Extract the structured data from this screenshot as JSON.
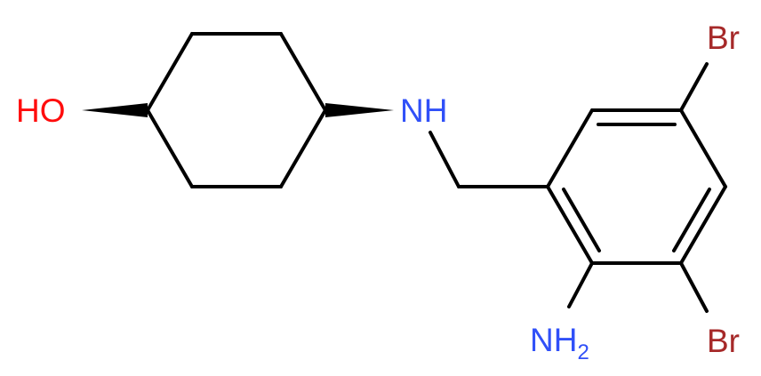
{
  "labels": {
    "hydroxyl": "HO",
    "amine": "NH",
    "bromo_top": "Br",
    "bromo_bottom": "Br",
    "amino_main": "NH",
    "amino_sub": "2"
  },
  "colors": {
    "bond": "#000000",
    "oxygen": "#ff0d0d",
    "nitrogen": "#3050f8",
    "bromine": "#a62929",
    "background": "#ffffff"
  }
}
